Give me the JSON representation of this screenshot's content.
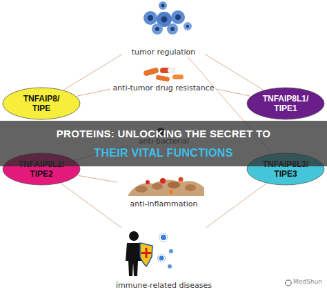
{
  "diagram": {
    "title": "PROTEINS: UNLOCKING THE SECRET TO",
    "nodes": [
      {
        "text": [
          "tumor regulation"
        ]
      },
      {
        "text": [
          "anti-tumor drug resistance"
        ]
      },
      {
        "text": [
          "TNFAIP8/ TIPE"
        ]
      },
      {
        "text": [
          "TNFAIP8L1/ TIPE1"
        ]
      },
      {
        "text": [
          "anti-bacterial"
        ]
      },
      {
        "text": [
          "TNFAIP8L2/ TIPE2"
        ]
      },
      {
        "text": [
          "TNFAIP8L3/ TIPE3"
        ]
      },
      {
        "text": [
          "anti-inflammation"
        ]
      },
      {
        "text": [
          "immune-related diseases"
        ]
      }
    ],
    "edges": [
      {
        "from": 2,
        "to": 0,
        "arrow": "none"
      },
      {
        "from": 2,
        "to": 1,
        "arrow": "none"
      },
      {
        "from": 3,
        "to": 0,
        "arrow": "none"
      },
      {
        "from": 3,
        "to": 1,
        "arrow": "none"
      },
      {
        "from": 5,
        "to": 4,
        "arrow": "none"
      },
      {
        "from": 5,
        "to": 7,
        "arrow": "none"
      },
      {
        "from": 5,
        "to": 8,
        "arrow": "none"
      },
      {
        "from": 6,
        "to": 0,
        "arrow": "none"
      },
      {
        "from": 6,
        "to": 8,
        "arrow": "none"
      }
    ],
    "labels": [
      "THEIR VITAL FUNCTIONS",
      "MedShun"
    ]
  }
}
